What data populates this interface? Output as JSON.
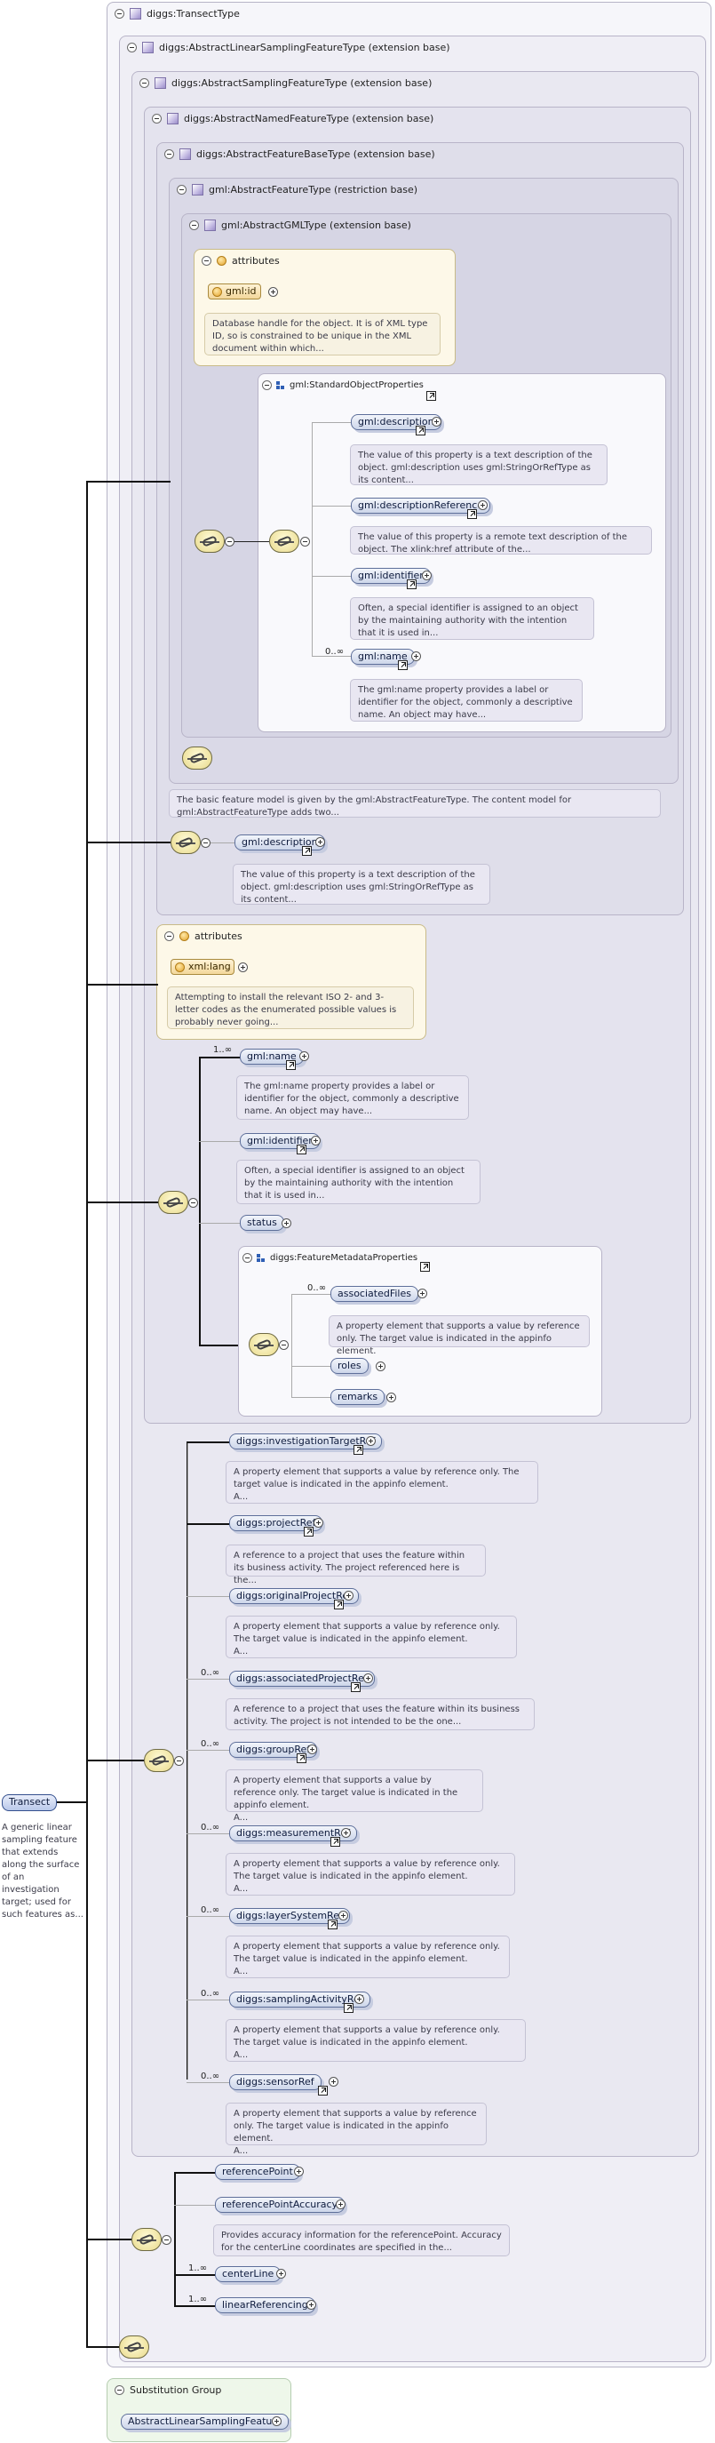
{
  "root": {
    "title": "diggs:TransectType",
    "element_name": "Transect",
    "element_doc": "A generic linear sampling feature that extends along the surface of an investigation target; used for such features as..."
  },
  "panels": {
    "linear": "diggs:AbstractLinearSamplingFeatureType (extension base)",
    "sampling": "diggs:AbstractSamplingFeatureType (extension base)",
    "named": "diggs:AbstractNamedFeatureType (extension base)",
    "featurebase": "diggs:AbstractFeatureBaseType (extension base)",
    "gmlfeature": "gml:AbstractFeatureType (restriction base)",
    "gmlobject": "gml:AbstractGMLType (extension base)"
  },
  "gml_attributes": {
    "title": "attributes",
    "id_label": "gml:id",
    "id_doc": "Database handle for the object. It is of XML type ID, so is constrained to be unique in the XML document within which..."
  },
  "standard_props": {
    "title": "gml:StandardObjectProperties",
    "items": [
      {
        "label": "gml:description",
        "doc": "The value of this property is a text description of the object. gml:description uses gml:StringOrRefType as its content...",
        "card": ""
      },
      {
        "label": "gml:descriptionReference",
        "doc": "The value of this property is a remote text description of the object. The xlink:href attribute of the...",
        "card": ""
      },
      {
        "label": "gml:identifier",
        "doc": "Often, a special identifier is assigned to an object by the maintaining authority with the intention that it is used in...",
        "card": ""
      },
      {
        "label": "gml:name",
        "doc": "The gml:name property provides a label or identifier for the object, commonly a descriptive name. An object may have...",
        "card": "0..∞"
      }
    ]
  },
  "featurebase_doc": "The basic feature model is given by the gml:AbstractFeatureType. The content model for gml:AbstractFeatureType adds two...",
  "featurebase_desc": {
    "label": "gml:description",
    "doc": "The value of this property is a text description of the object. gml:description uses gml:StringOrRefType as its content..."
  },
  "named_attributes": {
    "title": "attributes",
    "lang_label": "xml:lang",
    "lang_doc": "Attempting to install the relevant ISO 2- and 3-letter codes as the enumerated possible values is probably never going..."
  },
  "named_seq": {
    "name_card": "1..∞",
    "name_label": "gml:name",
    "name_doc": "The gml:name property provides a label or identifier for the object, commonly a descriptive name. An object may have...",
    "identifier_label": "gml:identifier",
    "identifier_doc": "Often, a special identifier is assigned to an object by the maintaining authority with the intention that it is used in...",
    "status_label": "status"
  },
  "feature_meta": {
    "title": "diggs:FeatureMetadataProperties",
    "assoc_card": "0..∞",
    "assoc_label": "associatedFiles",
    "assoc_doc": "A property element that supports a value by reference only. The target value is indicated in the appinfo element.",
    "roles_label": "roles",
    "remarks_label": "remarks"
  },
  "sampling_items": [
    {
      "label": "diggs:investigationTargetRef",
      "card": "",
      "doc": "A property element that supports a value by reference only. The target value is indicated in the appinfo element.\nA..."
    },
    {
      "label": "diggs:projectRef",
      "card": "",
      "doc": "A reference to a project that uses the feature within its business activity. The project referenced here is the..."
    },
    {
      "label": "diggs:originalProjectRef",
      "card": "",
      "doc": "A property element that supports a value by reference only. The target value is indicated in the appinfo element.\nA..."
    },
    {
      "label": "diggs:associatedProjectRef",
      "card": "0..∞",
      "doc": "A reference to a project that uses the feature within its business activity. The project is not intended to be the one..."
    },
    {
      "label": "diggs:groupRef",
      "card": "0..∞",
      "doc": "A property element that supports a value by reference only. The target value is indicated in the appinfo element.\nA..."
    },
    {
      "label": "diggs:measurementRef",
      "card": "0..∞",
      "doc": "A property element that supports a value by reference only. The target value is indicated in the appinfo element.\nA..."
    },
    {
      "label": "diggs:layerSystemRef",
      "card": "0..∞",
      "doc": "A property element that supports a value by reference only. The target value is indicated in the appinfo element.\nA..."
    },
    {
      "label": "diggs:samplingActivityRef",
      "card": "0..∞",
      "doc": "A property element that supports a value by reference only. The target value is indicated in the appinfo element.\nA..."
    },
    {
      "label": "diggs:sensorRef",
      "card": "0..∞",
      "doc": "A property element that supports a value by reference only. The target value is indicated in the appinfo element.\nA..."
    }
  ],
  "linear_items": {
    "ref_label": "referencePoint",
    "acc_label": "referencePointAccuracy",
    "acc_doc": "Provides accuracy information for the referencePoint. Accuracy for the centerLine coordinates are specified in the...",
    "center_card": "1..∞",
    "center_label": "centerLine",
    "lin_card": "1..∞",
    "lin_label": "linearReferencing"
  },
  "substitution": {
    "title": "Substitution Group",
    "label": "AbstractLinearSamplingFeature"
  }
}
